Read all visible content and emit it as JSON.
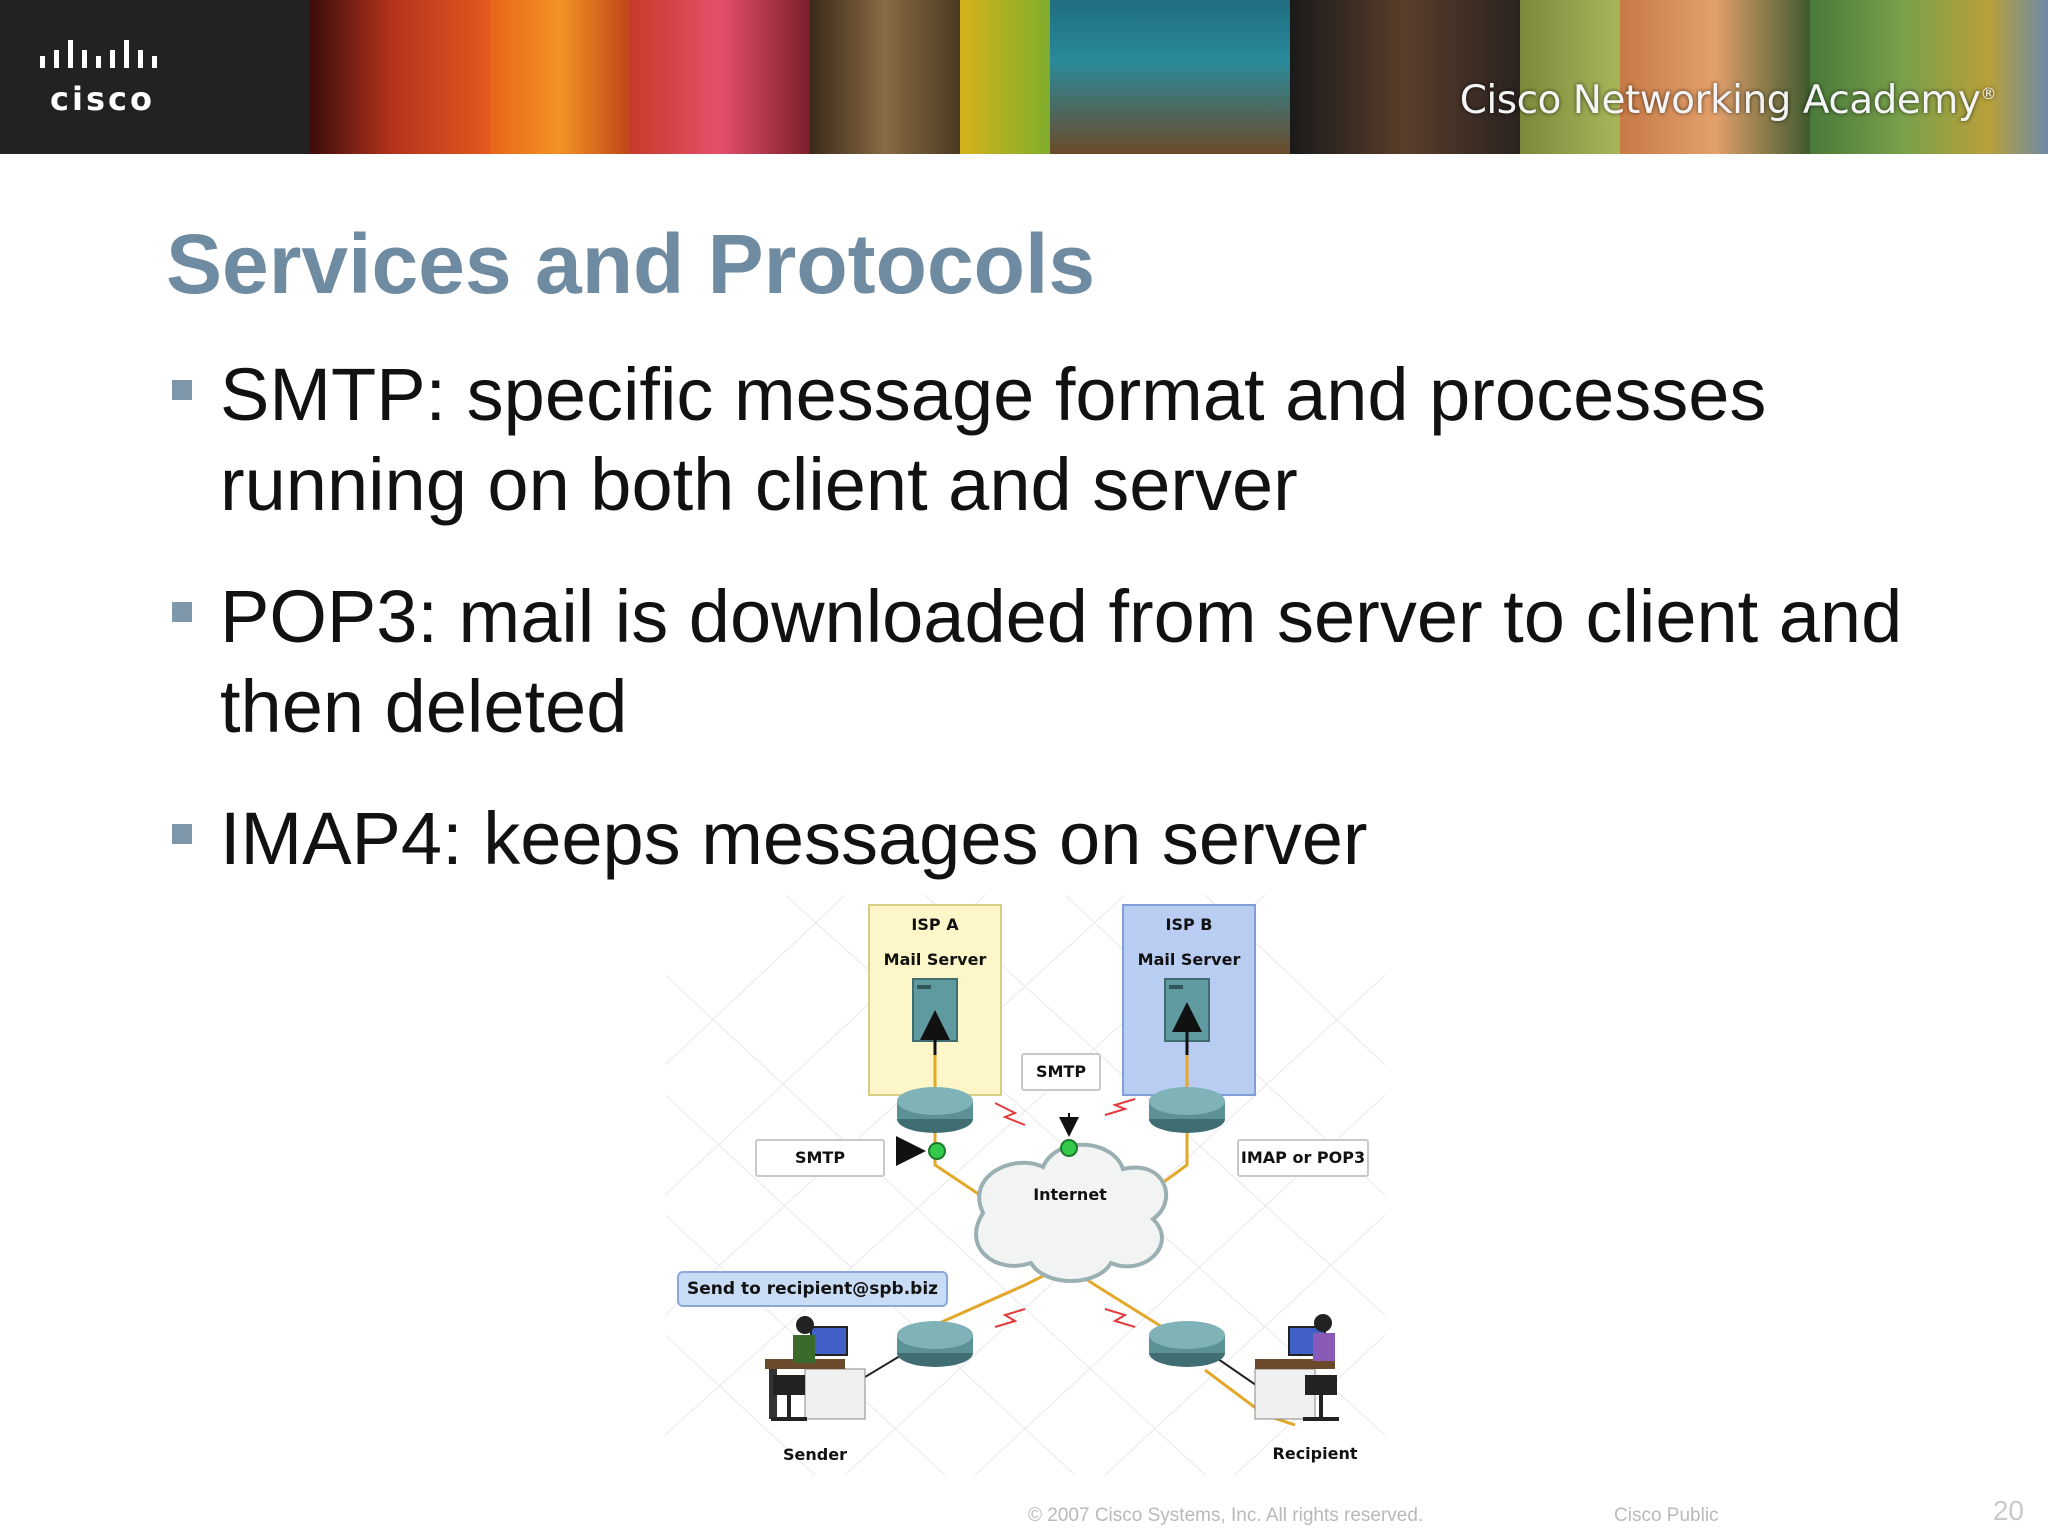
{
  "header": {
    "brand": "cisco",
    "academy": "Cisco Networking Academy",
    "trademark": "®"
  },
  "slide": {
    "title": "Services and Protocols",
    "bullets": [
      "SMTP: specific message format and processes running on both client and server",
      "POP3: mail is downloaded from server to client and then deleted",
      "IMAP4: keeps messages on server"
    ]
  },
  "diagram": {
    "isp_a_title": "ISP A",
    "isp_a_sub": "Mail Server",
    "isp_b_title": "ISP B",
    "isp_b_sub": "Mail Server",
    "smtp_top": "SMTP",
    "smtp_left": "SMTP",
    "imap_pop3": "IMAP or POP3",
    "internet": "Internet",
    "send_to": "Send to recipient@spb.biz",
    "sender": "Sender",
    "recipient": "Recipient",
    "colors": {
      "isp_a_fill": "#fcf6c8",
      "isp_b_fill": "#b9cdf2",
      "link": "#e3a829",
      "serial": "#e23b3b",
      "router": "#5c9296",
      "green_dot": "#33c94a"
    }
  },
  "footer": {
    "copyright": "© 2007 Cisco Systems, Inc. All rights reserved.",
    "classification": "Cisco Public",
    "page": "20"
  }
}
